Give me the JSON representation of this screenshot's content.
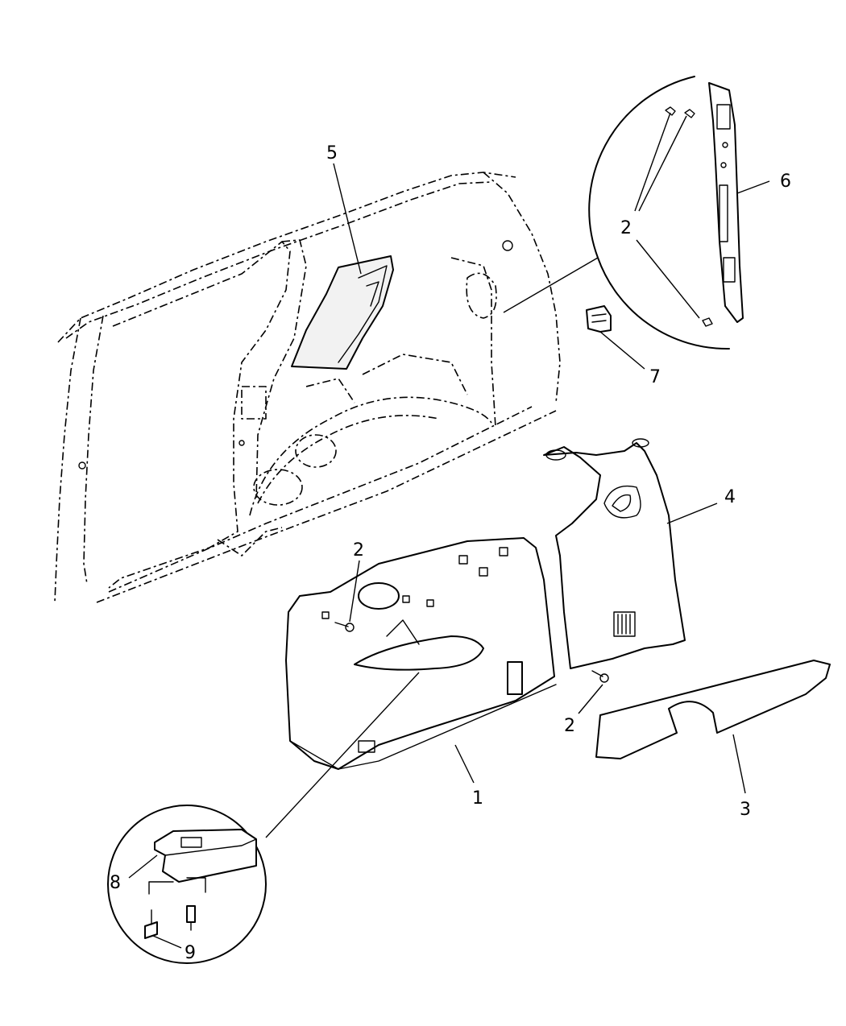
{
  "callouts": [
    {
      "id": "c5",
      "text": "5"
    },
    {
      "id": "c6",
      "text": "6"
    },
    {
      "id": "c2a",
      "text": "2"
    },
    {
      "id": "c7",
      "text": "7"
    },
    {
      "id": "c4",
      "text": "4"
    },
    {
      "id": "c2b",
      "text": "2"
    },
    {
      "id": "c2c",
      "text": "2"
    },
    {
      "id": "c1",
      "text": "1"
    },
    {
      "id": "c3",
      "text": "3"
    },
    {
      "id": "c8",
      "text": "8"
    },
    {
      "id": "c9",
      "text": "9"
    }
  ]
}
